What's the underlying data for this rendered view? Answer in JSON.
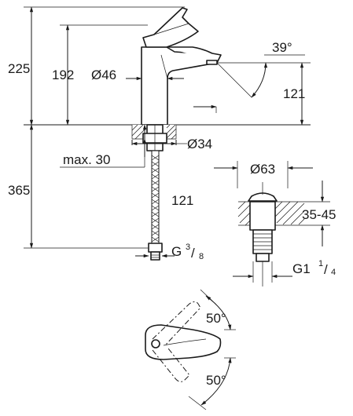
{
  "dimensions": {
    "total_height": "225",
    "spout_height": "192",
    "body_diameter": "Ø46",
    "spout_angle": "39°",
    "spout_reach": "121",
    "hole_diameter": "Ø34",
    "max_thickness": "max. 30",
    "hose_length": "365",
    "hose_offset": "121",
    "connection_base": "G",
    "connection_num": "3",
    "connection_den": "8",
    "waste_diameter": "Ø63",
    "waste_range": "35-45",
    "waste_thread_base": "G1",
    "waste_thread_num": "1",
    "waste_thread_den": "4",
    "lever_angle_top": "50°",
    "lever_angle_bottom": "50°"
  }
}
